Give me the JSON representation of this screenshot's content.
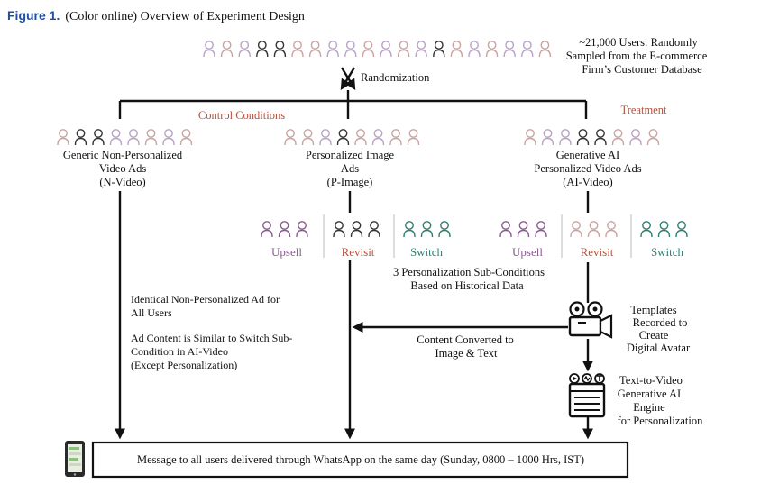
{
  "figure": {
    "number": "Figure 1.",
    "caption": "(Color online) Overview of Experiment Design"
  },
  "population": {
    "line1": "~21,000 Users: Randomly",
    "line2": "Sampled from the E-commerce",
    "line3": "Firm’s Customer Database"
  },
  "randomization_label": "Randomization",
  "control_label": "Control Conditions",
  "treatment_label": "Treatment",
  "arms": {
    "nvideo": {
      "l1": "Generic Non-Personalized",
      "l2": "Video Ads",
      "l3": "(N-Video)"
    },
    "pimage": {
      "l1": "Personalized Image",
      "l2": "Ads",
      "l3": "(P-Image)"
    },
    "aivideo": {
      "l1": "Generative AI",
      "l2": "Personalized Video Ads",
      "l3": "(AI-Video)"
    }
  },
  "subconditions": [
    "Upsell",
    "Revisit",
    "Switch"
  ],
  "subcondition_note": {
    "l1": "3 Personalization Sub-Conditions",
    "l2": "Based on Historical Data"
  },
  "nvideo_note": {
    "l1": "Identical Non-Personalized Ad for",
    "l2": "All Users",
    "l3": "Ad Content is Similar to Switch Sub-",
    "l4": "Condition in AI-Video",
    "l5": "(Except Personalization)"
  },
  "conversion_note": {
    "l1": "Content Converted to",
    "l2": "Image & Text"
  },
  "templates_note": {
    "l1": "Templates",
    "l2": "Recorded to",
    "l3": "Create",
    "l4": "Digital Avatar"
  },
  "engine_note": {
    "l1": "Text-to-Video",
    "l2": "Generative AI",
    "l3": "Engine",
    "l4": "for Personalization"
  },
  "delivery_message": "Message to all users delivered through WhatsApp on the same day (Sunday, 0800 – 1000 Hrs, IST)",
  "colors": {
    "caption_blue": "#1f4fa0",
    "control_red": "#b5503c",
    "upsell_purple": "#8a5a8f",
    "switch_teal": "#2e7e6e",
    "person_rose": "#c9a3a0",
    "person_lilac": "#b9a2c6",
    "person_dark": "#333333"
  }
}
